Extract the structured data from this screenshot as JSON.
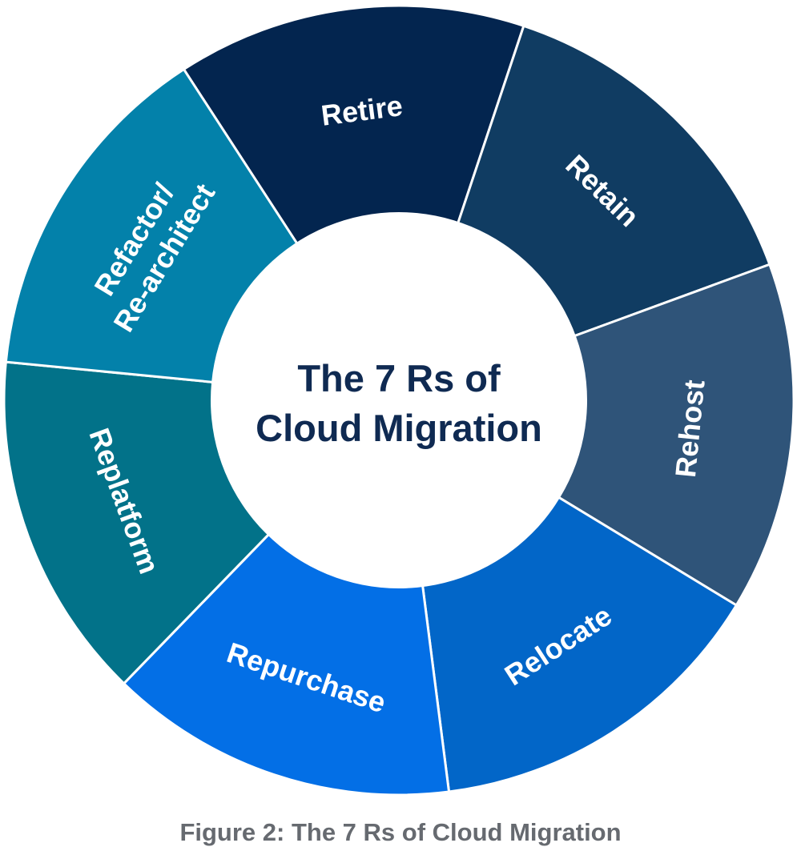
{
  "diagram": {
    "center_title_lines": [
      "The 7 Rs of",
      "Cloud Migration"
    ],
    "segments": [
      {
        "name": "retire",
        "lines": [
          "Retire"
        ],
        "color": "#03254f"
      },
      {
        "name": "retain",
        "lines": [
          "Retain"
        ],
        "color": "#103c62"
      },
      {
        "name": "rehost",
        "lines": [
          "Rehost"
        ],
        "color": "#2f5479"
      },
      {
        "name": "relocate",
        "lines": [
          "Relocate"
        ],
        "color": "#0266c8"
      },
      {
        "name": "repurchase",
        "lines": [
          "Repurchase"
        ],
        "color": "#036fe6"
      },
      {
        "name": "replatform",
        "lines": [
          "Replatform"
        ],
        "color": "#027289"
      },
      {
        "name": "refactor-re-architect",
        "lines": [
          "Refactor/",
          "Re-architect"
        ],
        "color": "#0381aa"
      }
    ],
    "divider_color": "#ffffff",
    "center_fill": "#ffffff"
  },
  "caption": "Figure 2: The 7 Rs of Cloud Migration"
}
